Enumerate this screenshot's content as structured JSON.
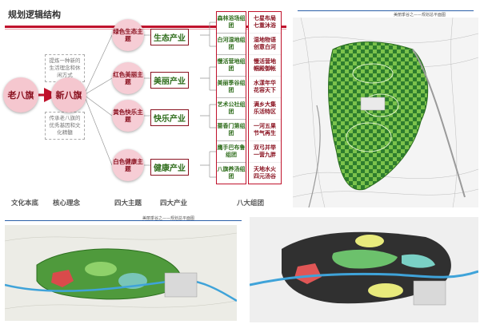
{
  "header": {
    "title": "规划逻辑结构"
  },
  "diagram": {
    "origin": "老八旗",
    "target": "新八旗",
    "note_top": "提炼一种新的生活理念和休闲方式",
    "note_bottom": "传承老八旗的优秀基因和文化精髓",
    "themes": [
      {
        "label": "绿色生态主题",
        "industry": "生态产业",
        "groups": [
          {
            "name": "森林浴场组团",
            "parts": [
              "七星布局",
              "七重沐浴"
            ]
          },
          {
            "name": "白河湿地组团",
            "parts": [
              "湿地物语",
              "创意白河"
            ]
          }
        ]
      },
      {
        "label": "红色美丽主题",
        "industry": "美丽产业",
        "groups": [
          {
            "name": "慢活营地组团",
            "parts": [
              "慢活营地",
              "帼殿御帐"
            ]
          },
          {
            "name": "美丽季谷组团",
            "parts": [
              "水漾年华",
              "花容天下"
            ]
          }
        ]
      },
      {
        "label": "黄色快乐主题",
        "industry": "快乐产业",
        "groups": [
          {
            "name": "艺术公社组团",
            "parts": [
              "满乡大集",
              "乐活特区"
            ]
          },
          {
            "name": "蔷香门第组团",
            "parts": [
              "一河五果",
              "节气再生"
            ]
          }
        ]
      },
      {
        "label": "白色健康主题",
        "industry": "健康产业",
        "groups": [
          {
            "name": "鹰手巴布鲁组团",
            "parts": [
              "双弓并举",
              "一营九胖"
            ]
          },
          {
            "name": "八旗养汤组团",
            "parts": [
              "天地水火",
              "四元汤谷"
            ]
          }
        ]
      }
    ],
    "bottom_labels": [
      "文化本底",
      "核心理念",
      "四大主题",
      "四大产业",
      "八大组团"
    ]
  },
  "maps": {
    "top_right_caption": "美丽季谷之——规划总平面图",
    "bottom_left_caption": "美丽季谷之——规划总平面图"
  },
  "colors": {
    "accent": "#c0122c",
    "green": "#2f6d1c",
    "pink": "#f5c7cf"
  }
}
